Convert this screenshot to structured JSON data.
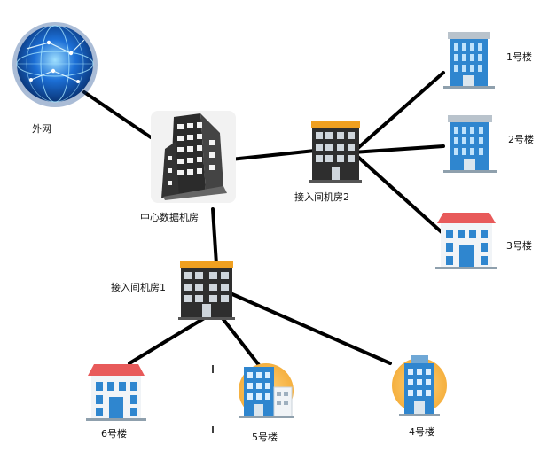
{
  "nodes": {
    "internet": {
      "label": "外网"
    },
    "core": {
      "label": "中心数据机房"
    },
    "access2": {
      "label": "接入间机房2"
    },
    "access1": {
      "label": "接入间机房1"
    },
    "b1": {
      "label": "1号楼"
    },
    "b2": {
      "label": "2号楼"
    },
    "b3": {
      "label": "3号楼"
    },
    "b4": {
      "label": "4号楼"
    },
    "b5": {
      "label": "5号楼"
    },
    "b6": {
      "label": "6号楼"
    }
  },
  "connections": [
    {
      "from": "外网",
      "to": "中心数据机房"
    },
    {
      "from": "中心数据机房",
      "to": "接入间机房2"
    },
    {
      "from": "中心数据机房",
      "to": "接入间机房1"
    },
    {
      "from": "接入间机房2",
      "to": "1号楼"
    },
    {
      "from": "接入间机房2",
      "to": "2号楼"
    },
    {
      "from": "接入间机房2",
      "to": "3号楼"
    },
    {
      "from": "接入间机房1",
      "to": "6号楼"
    },
    {
      "from": "接入间机房1",
      "to": "5号楼"
    },
    {
      "from": "接入间机房1",
      "to": "4号楼"
    }
  ],
  "colors": {
    "link": "#000000",
    "globe": "#1c6fd6",
    "building_blue": "#2f86cf",
    "roof_red": "#e85a5a",
    "sun_orange": "#f7b84b",
    "dark_tower": "#2b2b2b"
  },
  "icons": {
    "internet": "globe-icon",
    "core": "datacenter-tower-icon",
    "access": "server-building-icon",
    "building": "office-building-icon"
  }
}
